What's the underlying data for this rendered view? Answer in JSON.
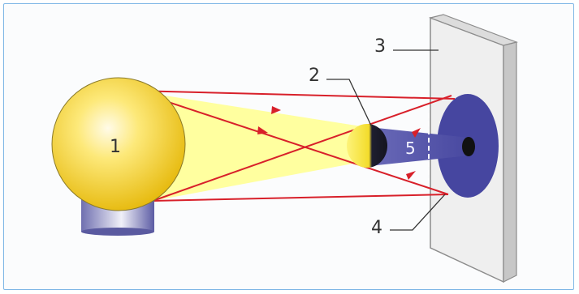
{
  "labels": {
    "source": "1",
    "ball": "2",
    "screen": "3",
    "penumbra": "4",
    "umbra": "5"
  },
  "colors": {
    "frame": "#7fb7e6",
    "ray": "#e0202a",
    "light_cone": "#ffff9a",
    "shadow": "#4a4aa0",
    "bulb": "#f2d21a"
  }
}
